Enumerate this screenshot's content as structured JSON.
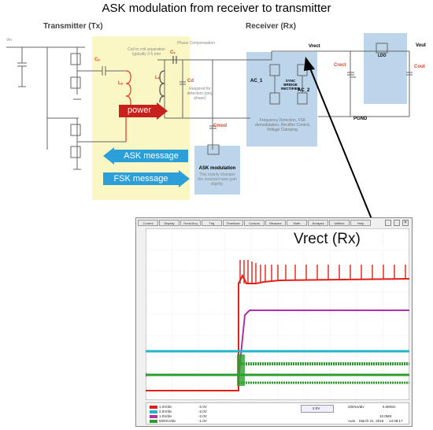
{
  "title": "ASK modulation from receiver to transmitter",
  "transmitter": {
    "label": "Transmitter (Tx)",
    "vin": "Vin",
    "cp": "Cₚ",
    "lp": "Lₚ",
    "ls": "Lₛ",
    "cs": "Cₛ",
    "cd": "Cd",
    "coil_note": "Coil to coil separation typically 2-5 mm",
    "phase_note": "Phase Compensation",
    "cd_note": "Required for detection (ping phase)",
    "power_label": "power",
    "ask_label": "ASK message",
    "fsk_label": "FSK message"
  },
  "receiver": {
    "label": "Receiver (Rx)",
    "vrect": "Vrect",
    "ac1": "AC_1",
    "ac2": "AC_2",
    "bridge": "SYNC BRIDGE RECTIFIER",
    "rx_note": "Frequency Detection, FSK demodulation, Rectifier Control, Voltage Clamping.",
    "crect": "Crect",
    "ldo": "LDO",
    "vout": "Vout",
    "cout": "Cout",
    "pgnd": "PGND",
    "cmod": "Cmod",
    "ask_mod_title": "ASK modulation",
    "ask_mod_note": "This mainly changes the resonant tank gain slightly."
  },
  "scope": {
    "menu": [
      "Control",
      "Display",
      "Horiz/Acq",
      "Trig",
      "Timebase",
      "Cursors",
      "Measure",
      "Math",
      "Analysis",
      "Utilities",
      "Help"
    ],
    "title": "Vrect (Rx)",
    "ch1": "1.0V/div",
    "ch2": "2.0V/div",
    "ch3": "1.0V/div",
    "ch4": "500mV/div",
    "ch1_off": "-2.0V",
    "ch2_off": "-2.0V",
    "ch3_off": "-2.0V",
    "ch4_off": "-1.0V",
    "trig": "2.0V",
    "timebase": "200ms/div",
    "samples": "10.0MS",
    "rate": "5.0MS/s",
    "mode": "Auto",
    "date": "March 31, 2016",
    "time": "13:38:17"
  },
  "colors": {
    "tx_bg": "#fbf7c5",
    "rx_box": "#bcd5ea",
    "power_arrow": "#c8201c",
    "message_arrow": "#2c9fd8",
    "scope_bg": "#ffffff",
    "ch_red": "#e0201a",
    "ch_magenta": "#b030a8",
    "ch_cyan": "#22b6c8",
    "ch_green": "#2aa02a"
  }
}
